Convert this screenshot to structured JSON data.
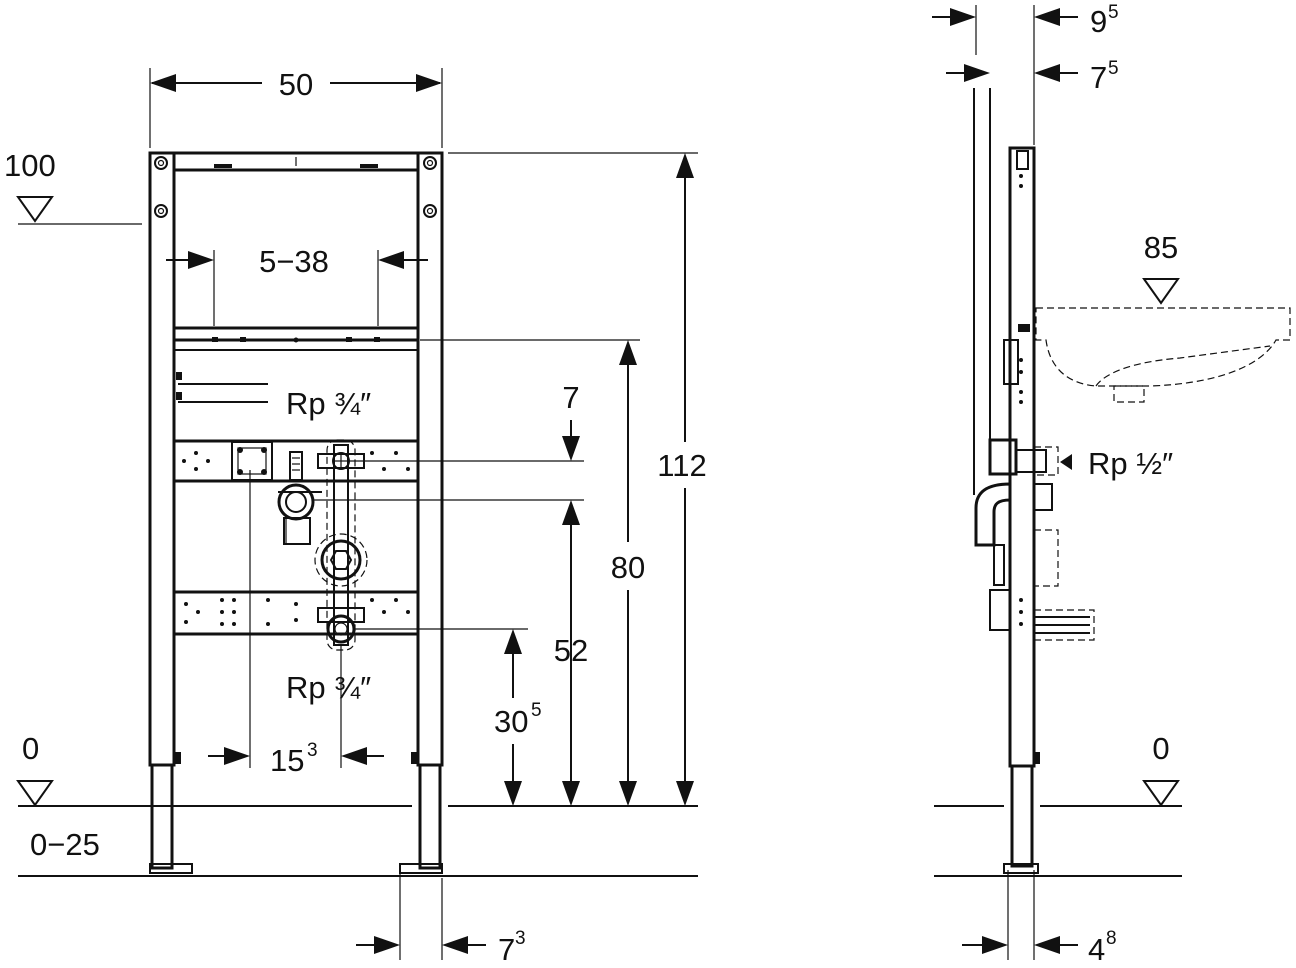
{
  "front_view": {
    "frame_width": "50",
    "top_level": "100",
    "floor_level": "0",
    "adjust_range": "0−25",
    "rail_range": "5−38",
    "upper_supply": "Rp ¾″",
    "lower_supply": "Rp ¾″",
    "dim_7": "7",
    "total_height": "112",
    "rail_height": "80",
    "waste_height": "52",
    "supply_height_base": "30",
    "supply_height_sup": "5",
    "spacing_base": "15",
    "spacing_sup": "3",
    "foot_base": "7",
    "foot_sup": "3"
  },
  "side_view": {
    "depth_a_base": "9",
    "depth_a_sup": "5",
    "depth_b_base": "7",
    "depth_b_sup": "5",
    "basin_level": "85",
    "supply": "Rp ½″",
    "floor_level": "0",
    "foot_base": "4",
    "foot_sup": "8"
  }
}
